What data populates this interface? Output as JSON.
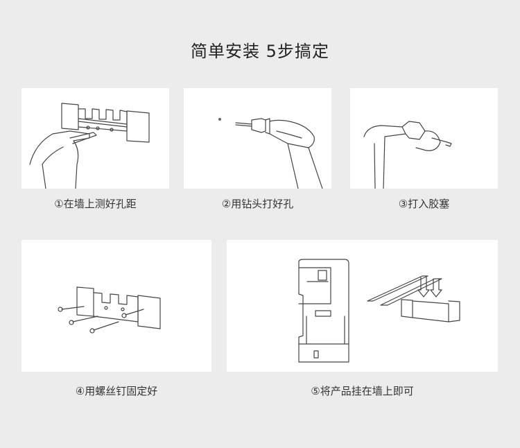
{
  "title": "简单安装  5步搞定",
  "steps": [
    {
      "label": "①在墙上测好孔距",
      "icon": "measure-holes-illustration"
    },
    {
      "label": "②用钻头打好孔",
      "icon": "drill-illustration"
    },
    {
      "label": "③打入胶塞",
      "icon": "hammer-illustration"
    },
    {
      "label": "④用螺丝钉固定好",
      "icon": "screws-illustration"
    },
    {
      "label": "⑤将产品挂在墙上即可",
      "icon": "hang-product-illustration"
    }
  ]
}
